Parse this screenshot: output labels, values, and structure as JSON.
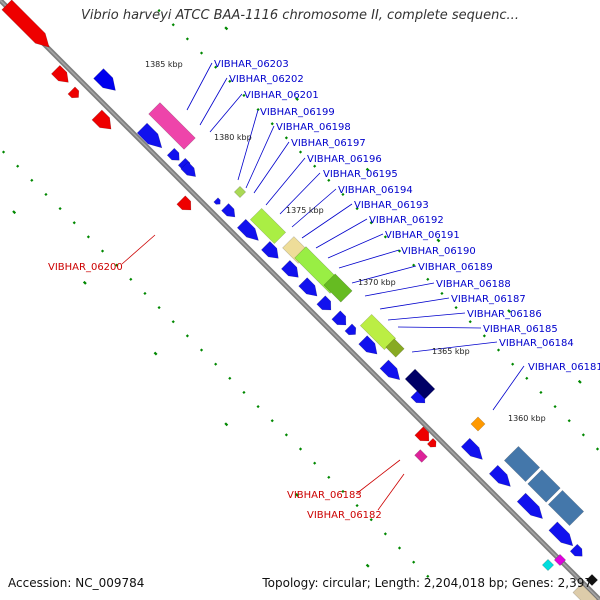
{
  "title": "Vibrio harveyi ATCC BAA-1116 chromosome II, complete sequenc...",
  "accession_text": "Accession: NC_009784",
  "topology_text": "Topology: circular; Length: 2,204,018 bp; Genes: 2,397",
  "colors": {
    "forward": "#ff0000",
    "reverse": "#0000ff",
    "tick": "#008800",
    "backbone": "#888888",
    "label_forward": "#0000cc",
    "label_reverse": "#cc0000"
  },
  "kbp_labels": [
    "1385 kbp",
    "1380 kbp",
    "1375 kbp",
    "1370 kbp",
    "1365 kbp",
    "1360 kbp"
  ],
  "gene_labels_upper": [
    "VIBHAR_06203",
    "VIBHAR_06202",
    "VIBHAR_06201",
    "VIBHAR_06199",
    "VIBHAR_06198",
    "VIBHAR_06197",
    "VIBHAR_06196",
    "VIBHAR_06195",
    "VIBHAR_06194",
    "VIBHAR_06193",
    "VIBHAR_06192",
    "VIBHAR_06191",
    "VIBHAR_06190",
    "VIBHAR_06189",
    "VIBHAR_06188",
    "VIBHAR_06187",
    "VIBHAR_06186",
    "VIBHAR_06185",
    "VIBHAR_06184",
    "VIBHAR_06181"
  ],
  "gene_labels_lower": [
    "VIBHAR_06200",
    "VIBHAR_06183",
    "VIBHAR_06182"
  ]
}
